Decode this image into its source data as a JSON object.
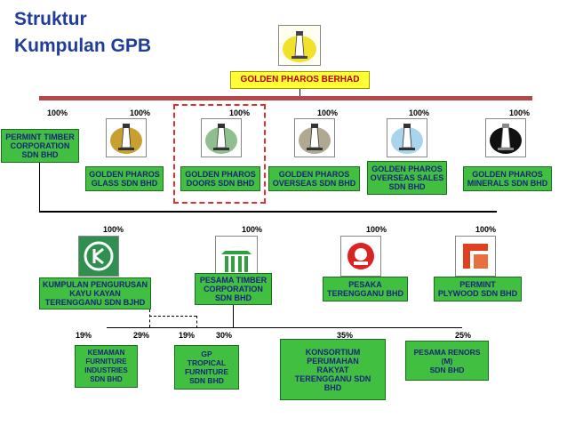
{
  "title": {
    "line1": "Struktur",
    "line2": "Kumpulan GPB"
  },
  "root": {
    "label": "GOLDEN PHAROS BERHAD"
  },
  "level1": [
    {
      "pct": "100%",
      "lines": [
        "PERMINT TIMBER",
        "CORPORATION",
        "SDN BHD"
      ],
      "logo": "none"
    },
    {
      "pct": "100%",
      "lines": [
        "GOLDEN PHAROS",
        "GLASS SDN BHD"
      ],
      "logo": "pharos-gold-icon"
    },
    {
      "pct": "100%",
      "lines": [
        "GOLDEN PHAROS",
        "DOORS SDN BHD"
      ],
      "logo": "pharos-green-icon"
    },
    {
      "pct": "100%",
      "lines": [
        "GOLDEN PHAROS",
        "OVERSEAS SDN BHD"
      ],
      "logo": "pharos-grey-icon"
    },
    {
      "pct": "100%",
      "lines": [
        "GOLDEN PHAROS",
        "OVERSEAS SALES",
        "SDN BHD"
      ],
      "logo": "pharos-lightblue-icon"
    },
    {
      "pct": "100%",
      "lines": [
        "GOLDEN PHAROS",
        "MINERALS SDN BHD"
      ],
      "logo": "pharos-black-icon"
    }
  ],
  "level2": [
    {
      "pct": "100%",
      "lines": [
        "KUMPULAN PENGURUSAN",
        "KAYU KAYAN",
        "TERENGGANU SDN BJHD"
      ],
      "logo": "kpk-green-logo-icon"
    },
    {
      "pct": "100%",
      "lines": [
        "PESAMA TIMBER",
        "CORPORATION",
        "SDN BHD"
      ],
      "logo": "pesama-tree-logo-icon"
    },
    {
      "pct": "100%",
      "lines": [
        "PESAKA",
        "TERENGGANU BHD"
      ],
      "logo": "pesaka-red-logo-icon"
    },
    {
      "pct": "100%",
      "lines": [
        "PERMINT",
        "PLYWOOD SDN BHD"
      ],
      "logo": "permint-red-logo-icon"
    }
  ],
  "level3": [
    {
      "pcts": [
        "19%",
        "29%"
      ],
      "lines": [
        "KEMAMAN",
        "FURNITURE",
        "INDUSTRIES",
        "SDN BHD"
      ]
    },
    {
      "pcts": [
        "19%",
        "30%"
      ],
      "lines": [
        "GP",
        "TROPICAL",
        "FURNITURE",
        "SDN BHD"
      ]
    },
    {
      "pcts": [
        "35%"
      ],
      "lines": [
        "KONSORTIUM",
        "PERUMAHAN",
        "RAKYAT",
        "TERENGGANU SDN",
        "BHD"
      ]
    },
    {
      "pcts": [
        "25%"
      ],
      "lines": [
        "PESAMA RENORS",
        "(M)",
        "SDN BHD"
      ]
    }
  ],
  "colors": {
    "title": "#1f3d99",
    "box_fill": "#40bf40",
    "root_fill": "#ffff33",
    "connector": "#b3474a",
    "highlight": "#e03030"
  }
}
